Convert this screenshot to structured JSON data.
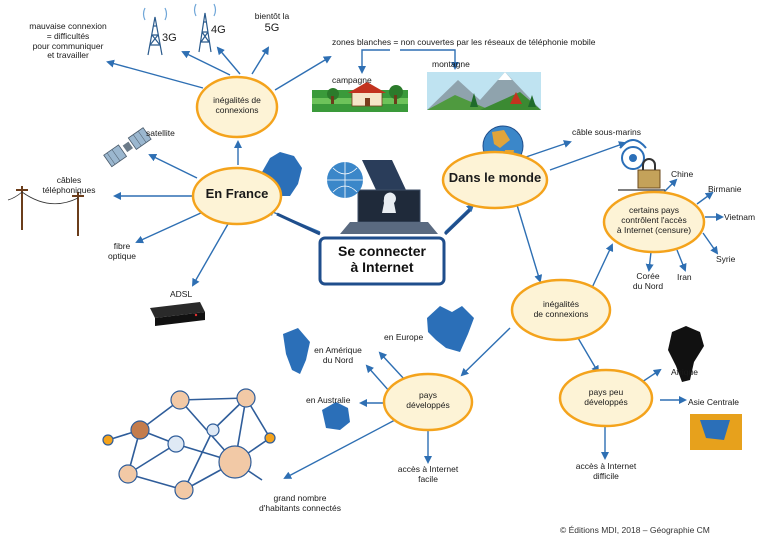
{
  "center": {
    "line1": "Se connecter",
    "line2": "à Internet"
  },
  "hubs": {
    "france": "En France",
    "monde": "Dans le monde"
  },
  "nodes": {
    "inegalites_fr": [
      "inégalités de",
      "connexions"
    ],
    "inegalites_monde": [
      "inégalités",
      "de connexions"
    ],
    "censure": [
      "certains pays",
      "contrôlent l'accès",
      "à Internet (censure)"
    ],
    "developpes": [
      "pays",
      "développés"
    ],
    "peu_developpes": [
      "pays peu",
      "développés"
    ]
  },
  "labels": {
    "mauvaise": [
      "mauvaise connexion",
      "= difficultés",
      "pour communiquer",
      "et travailler"
    ],
    "g3": "3G",
    "g4": "4G",
    "g5": [
      "bientôt la",
      "5G"
    ],
    "zones": "zones blanches = non couvertes par les réseaux de téléphonie mobile",
    "campagne": "campagne",
    "montagne": "montagne",
    "satellite": "satellite",
    "cables_tel": [
      "câbles",
      "téléphoniques"
    ],
    "fibre": [
      "fibre",
      "optique"
    ],
    "adsl": "ADSL",
    "cable_sm": "câble sous-marins",
    "chine": "Chine",
    "birmanie": "Birmanie",
    "vietnam": "Vietnam",
    "syrie": "Syrie",
    "iran": "Iran",
    "coree": [
      "Corée",
      "du Nord"
    ],
    "europe": "en Europe",
    "amerique": [
      "en Amérique",
      "du Nord"
    ],
    "australie": "en Australie",
    "acces_facile": [
      "accès à Internet",
      "facile"
    ],
    "habitants": [
      "grand nombre",
      "d'habitants connectés"
    ],
    "afrique": "Afrique",
    "asie": "Asie Centrale",
    "acces_difficile": [
      "accès à Internet",
      "difficile"
    ]
  },
  "credit": "© Éditions MDI, 2018 – Géographie CM",
  "colors": {
    "arrow": "#2e6fb3",
    "node_fill": "#fdf3d6",
    "node_stroke": "#f4a31c",
    "center_stroke": "#1f4e8c",
    "map_blue": "#2b6fb8",
    "africa": "#e7a11c"
  }
}
